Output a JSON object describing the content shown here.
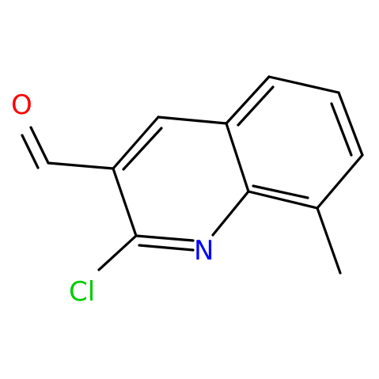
{
  "molecule": {
    "atoms": [
      {
        "id": "O1",
        "label": "O",
        "color": "#ff0000"
      },
      {
        "id": "N1",
        "label": "N",
        "color": "#0000ff"
      },
      {
        "id": "Cl1",
        "label": "Cl",
        "color": "#00cc00"
      }
    ]
  }
}
